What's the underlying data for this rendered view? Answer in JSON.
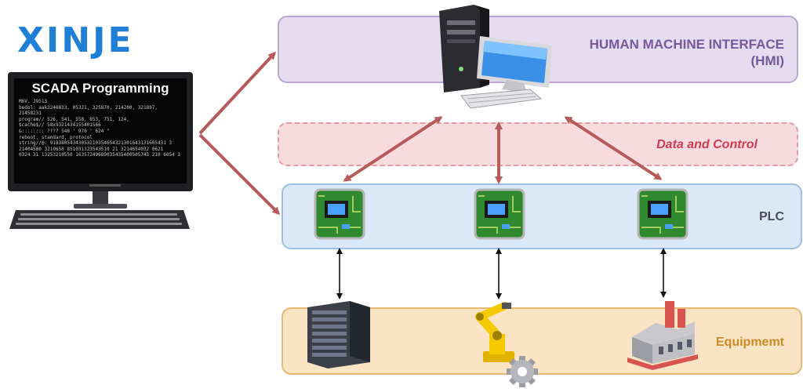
{
  "logo": {
    "text": "XINJE"
  },
  "scada": {
    "title": "SCADA Programming",
    "code_lines": [
      "M6V. J9513",
      "bedol: aak3246833, 05321, 325870, 214200, 321897,",
      "21458231",
      "program// 526, 541, 558, 853, 751, 124,",
      "$cache$// 58x9321434155401566",
      "&:::::::: ???? 548 ' 976 ' 624 \"",
      "reboot, standard, protocol",
      "string//@: 91838054343053210354654321301643131605431 3",
      "21404580 3210650 851031323543510 21 3214654032 0621",
      "0324 31 13253210550 16357349689035435400505745 210 6054 3"
    ]
  },
  "layers": {
    "hmi": {
      "line1": "HUMAN MACHINE INTERFACE",
      "line2": "(HMI)"
    },
    "data": {
      "label": "Data and Control"
    },
    "plc": {
      "label": "PLC"
    },
    "equipment": {
      "label": "Equipmemt"
    }
  },
  "icons": {
    "logo": "xinje-logo",
    "monitor": "monitor-icon",
    "hmi": "desktop-computer-icon",
    "plc": "circuit-board-icon",
    "server": "server-rack-icon",
    "robot": "robot-arm-icon",
    "gear": "gear-icon",
    "factory": "factory-icon"
  },
  "colors": {
    "hmi_band": "#e5dcef",
    "data_band": "#f8dbde",
    "plc_band": "#dbe8f7",
    "equipment_band": "#fbe4c4",
    "arrow_red": "#b65a5a",
    "logo_blue": "#1f7fd6"
  }
}
